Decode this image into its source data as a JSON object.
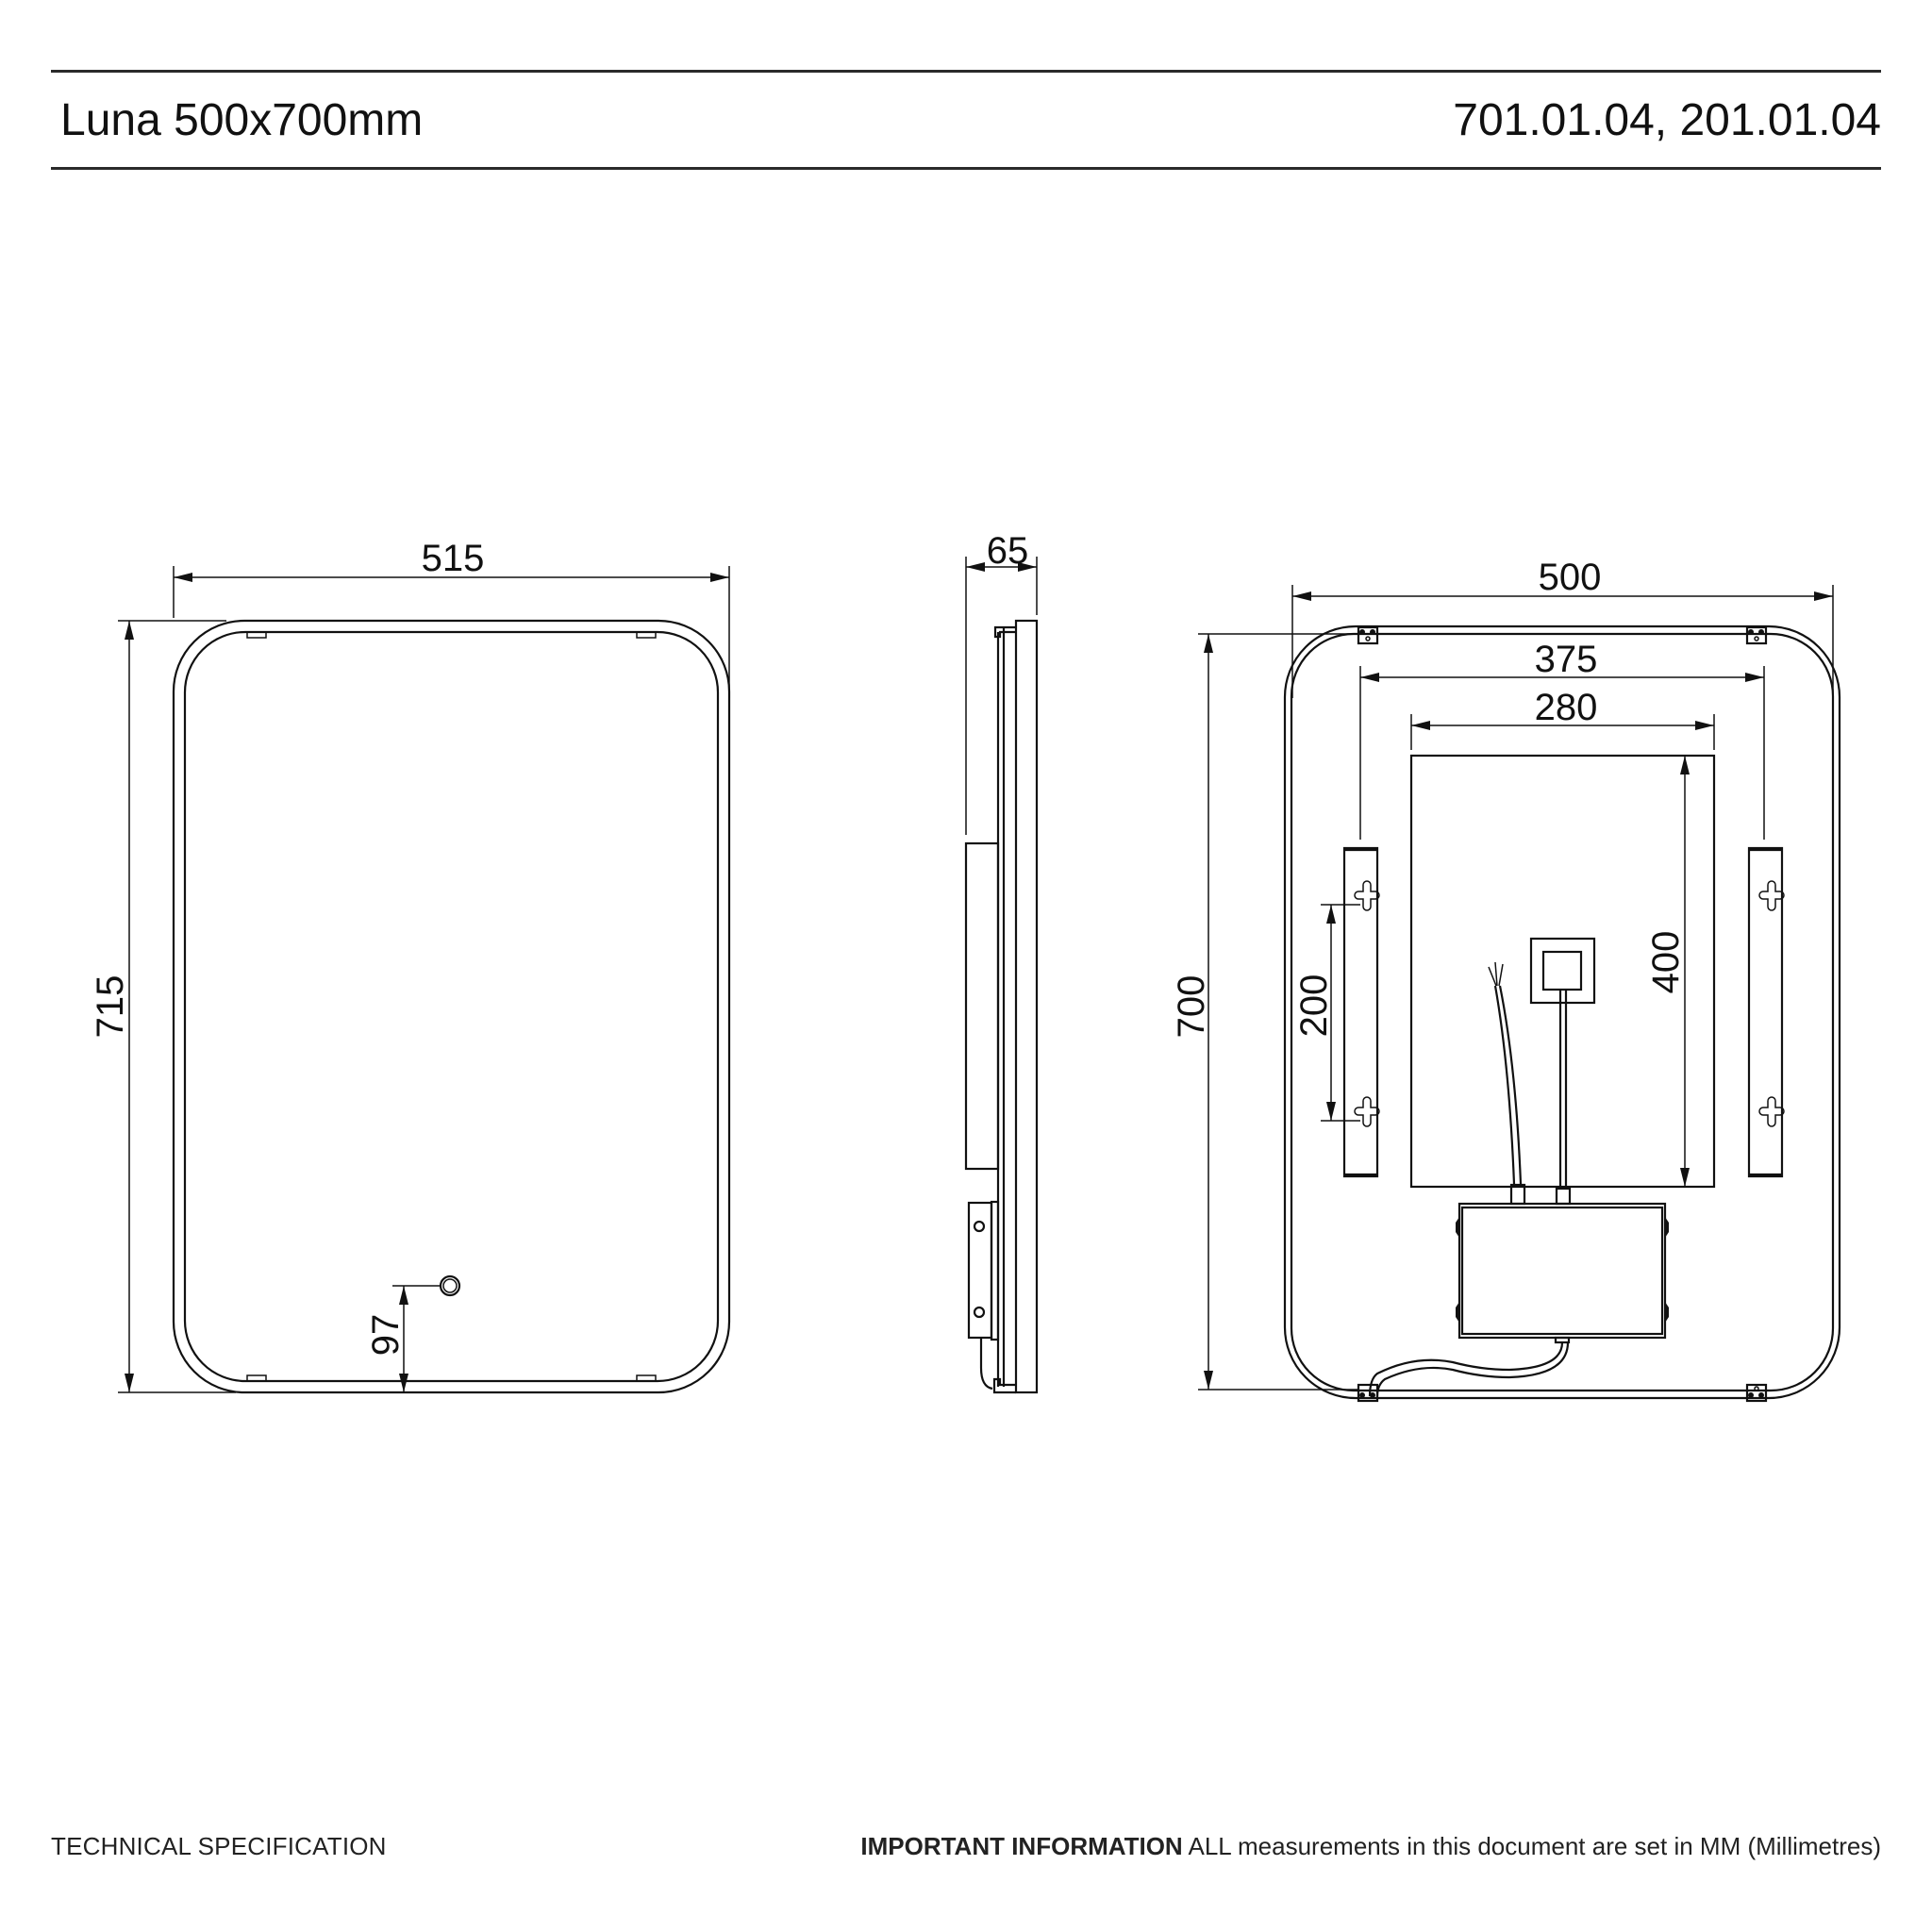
{
  "header": {
    "title": "Luna 500x700mm",
    "product_codes": "701.01.04, 201.01.04"
  },
  "drawing": {
    "front_view": {
      "width_label": "515",
      "height_label": "715",
      "sensor_offset_label": "97"
    },
    "side_view": {
      "depth_label": "65"
    },
    "back_view": {
      "width_label": "500",
      "height_label": "700",
      "bracket_spacing_label": "375",
      "panel_width_label": "280",
      "panel_height_label": "400",
      "hole_spacing_label": "200"
    }
  },
  "footer": {
    "left_text": "TECHNICAL SPECIFICATION",
    "notice_bold": "IMPORTANT INFORMATION",
    "notice_text": " ALL measurements in this document are set in MM (Millimetres)"
  },
  "colors": {
    "line": "#111111",
    "background": "#ffffff"
  }
}
